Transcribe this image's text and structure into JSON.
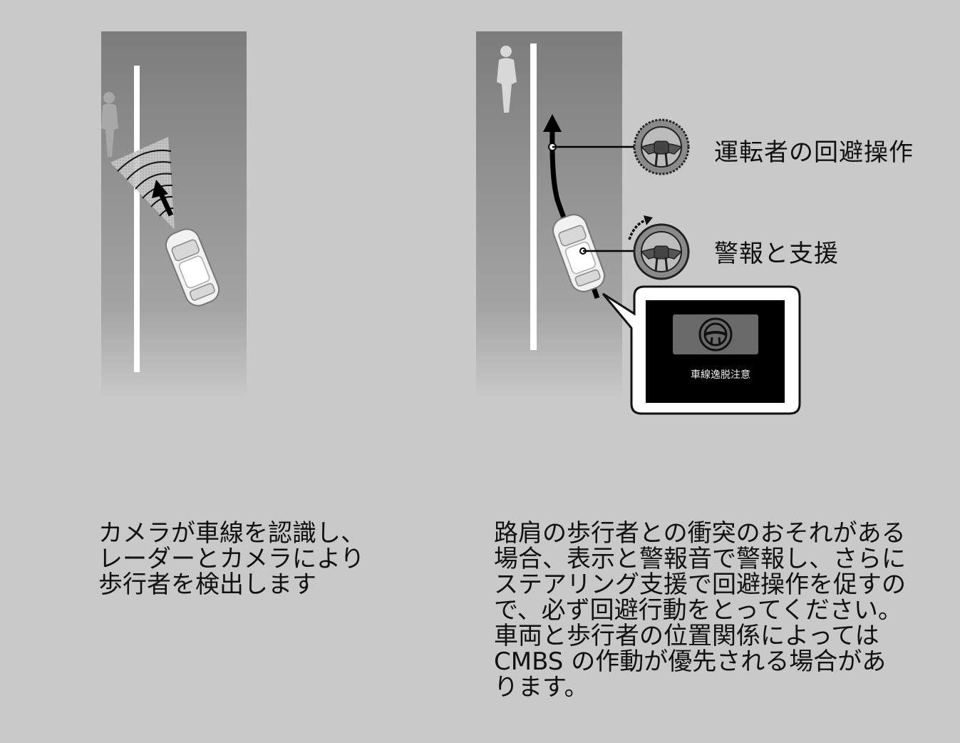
{
  "left_caption": [
    "カメラが車線を認識し、",
    "レーダーとカメラにより",
    "歩行者を検出します"
  ],
  "right_caption": [
    "路肩の歩行者との衝突のおそれがある",
    "場合、表示と警報音で警報し、さらに",
    "ステアリング支援で回避操作を促すの",
    "で、必ず回避行動をとってください。",
    "車両と歩行者の位置関係によっては",
    "CMBS の作動が優先される場合があ",
    "ります。"
  ],
  "labels": {
    "driver_avoidance": "運転者の回避操作",
    "warning_assist": "警報と支援"
  },
  "display": {
    "message": "車線逸脱注意",
    "icon": "steering-wheel-icon"
  },
  "colors": {
    "background": "#c9c9c9",
    "road": "#808080",
    "lane_line": "#ffffff",
    "display_bg": "#000000"
  }
}
